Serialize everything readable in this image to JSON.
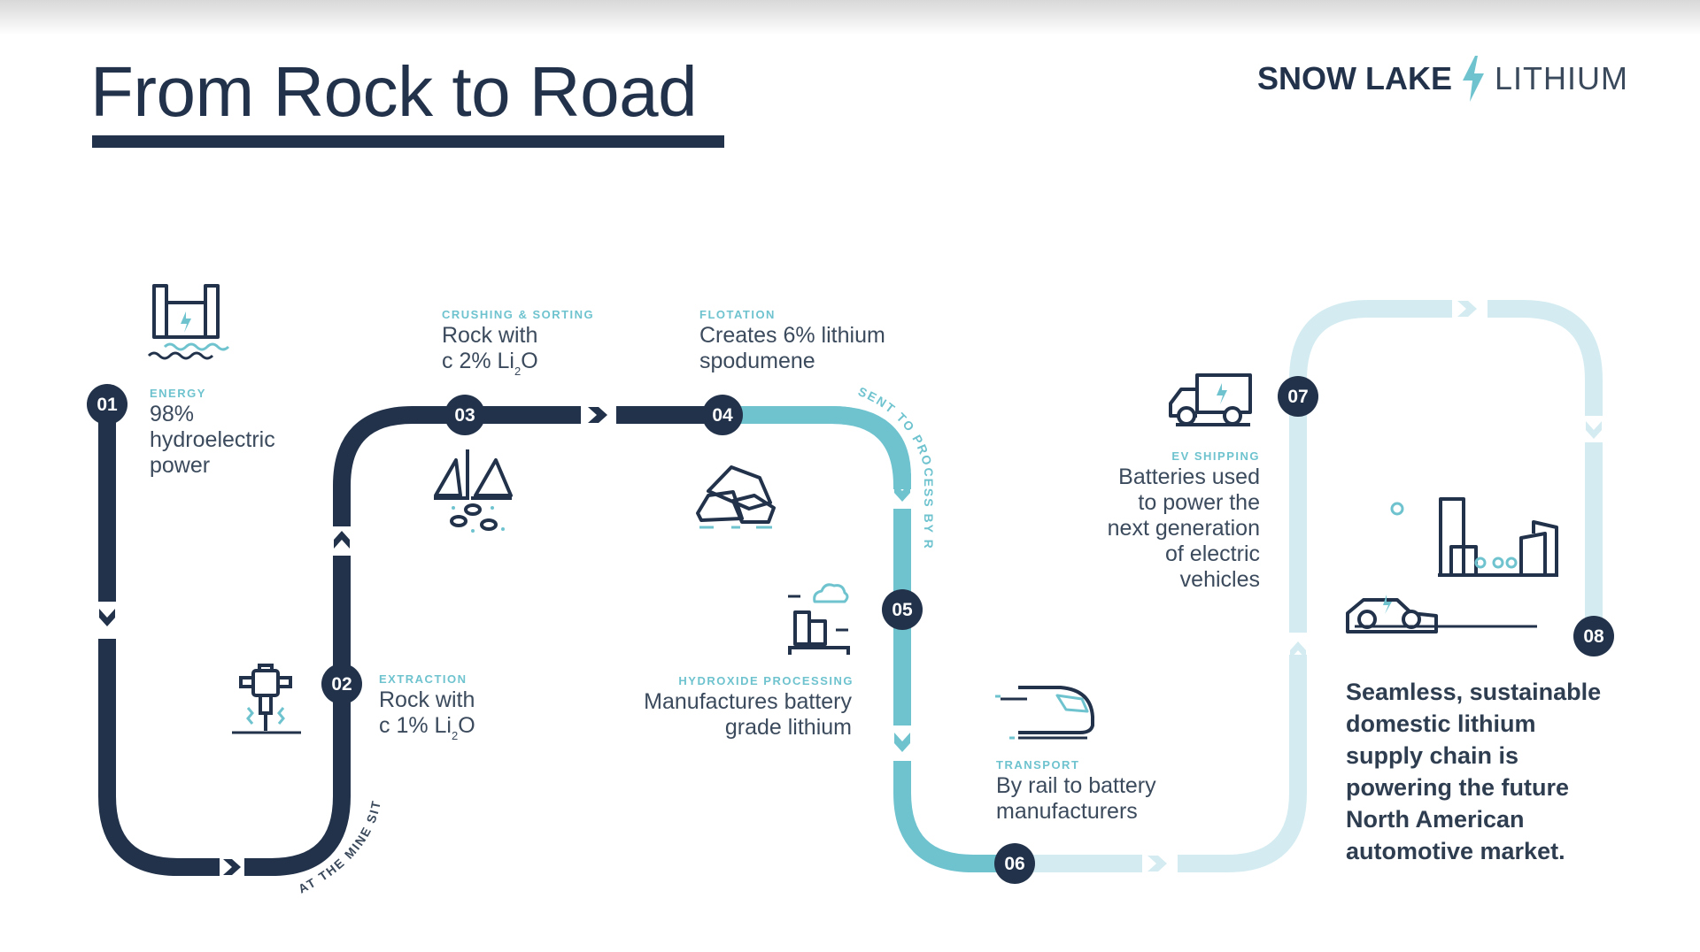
{
  "header": {
    "title": "From Rock to Road",
    "logo": {
      "brand_bold": "SNOW LAKE",
      "brand_light": "LITHIUM",
      "icon": "lightning-bolt-icon"
    }
  },
  "colors": {
    "navy": "#22324a",
    "teal": "#6ec3cf",
    "light_teal": "#d4ecf1",
    "label_teal": "#6ec3cf",
    "body_text": "#3b4a5c"
  },
  "path_labels": {
    "mine_site": "AT THE MINE SITE",
    "rail": "SENT TO PROCESS BY RAIL"
  },
  "steps": [
    {
      "number": "01",
      "label": "ENERGY",
      "text": "98%\nhydroelectric\npower",
      "icon": "hydro-dam-icon"
    },
    {
      "number": "02",
      "label": "EXTRACTION",
      "text_prefix": "Rock with\nc 1%  Li",
      "sub": "2",
      "text_suffix": "O",
      "icon": "jackhammer-icon"
    },
    {
      "number": "03",
      "label": "CRUSHING & SORTING",
      "text_prefix": "Rock with\nc 2% Li",
      "sub": "2",
      "text_suffix": "O",
      "icon": "crusher-icon"
    },
    {
      "number": "04",
      "label": "FLOTATION",
      "text": "Creates 6% lithium\nspodumene",
      "icon": "rocks-icon"
    },
    {
      "number": "05",
      "label": "HYDROXIDE PROCESSING",
      "text": "Manufactures battery\ngrade lithium",
      "icon": "factory-icon"
    },
    {
      "number": "06",
      "label": "TRANSPORT",
      "text": "By rail to battery\nmanufacturers",
      "icon": "train-icon"
    },
    {
      "number": "07",
      "label": "EV SHIPPING",
      "text": "Batteries used\nto power the\nnext generation\nof electric\nvehicles",
      "icon": "electric-truck-icon"
    },
    {
      "number": "08",
      "label": "",
      "text": "Seamless, sustainable\ndomestic lithium\nsupply chain is\npowering the future\nNorth American\nautomotive market.",
      "icon": "city-ev-icon"
    }
  ]
}
